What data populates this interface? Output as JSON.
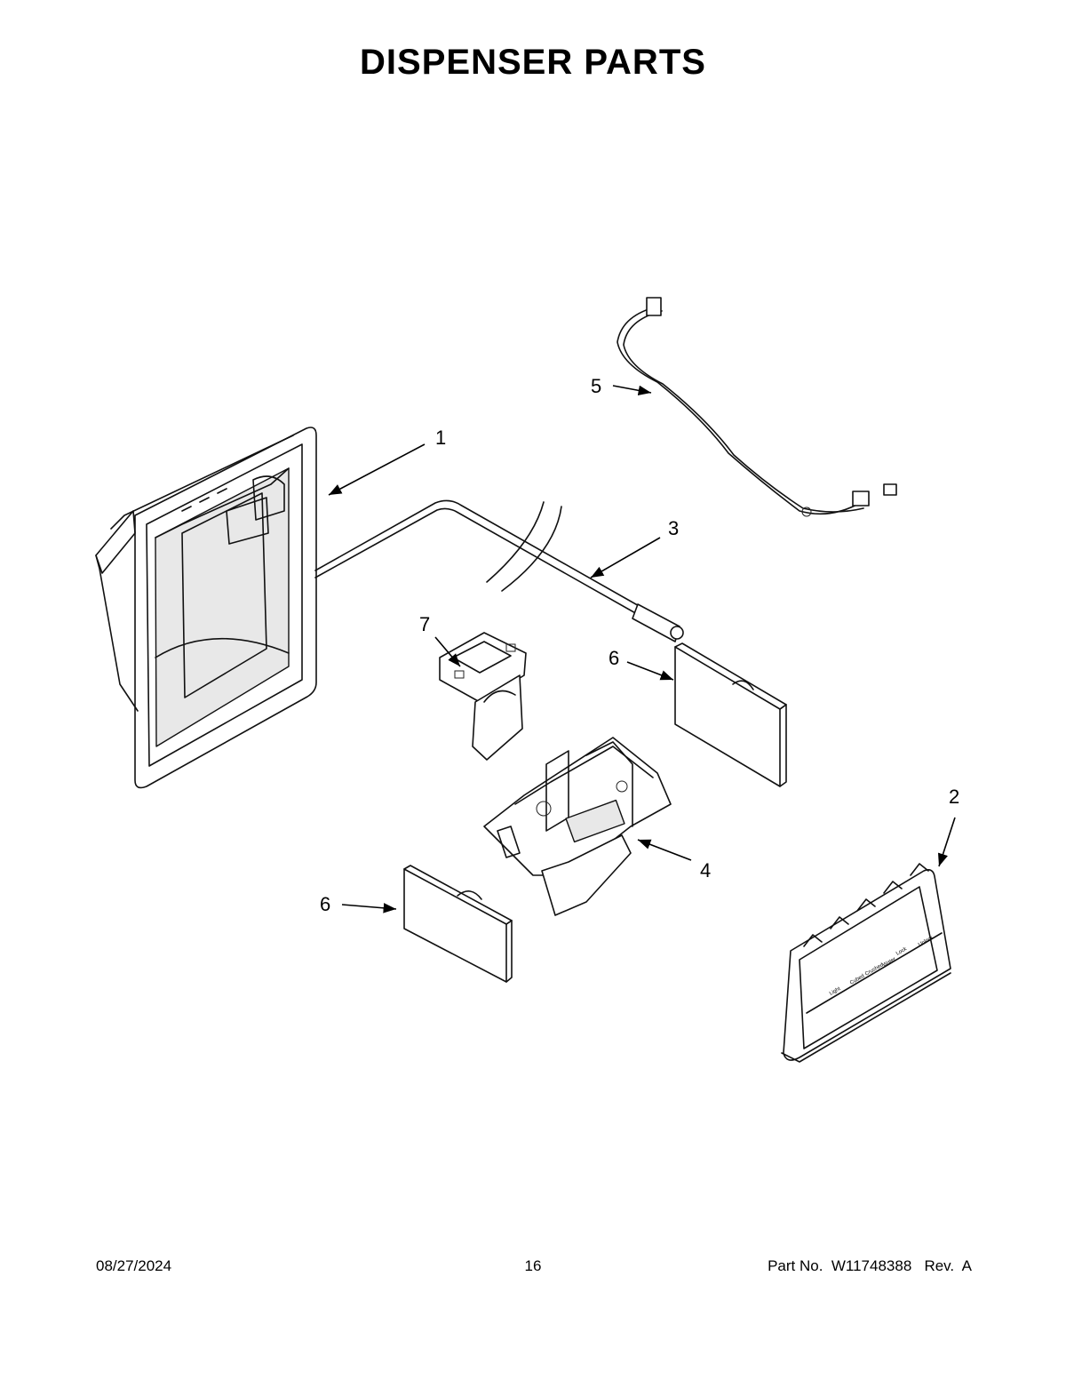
{
  "page": {
    "title": "DISPENSER PARTS"
  },
  "callouts": [
    "1",
    "2",
    "3",
    "4",
    "5",
    "6",
    "6",
    "7"
  ],
  "footer": {
    "date": "08/27/2024",
    "page_number": "16",
    "part_info": "Part No.  W11748388   Rev.  A"
  },
  "panel_labels": [
    "Lock",
    "Light",
    "Cubed",
    "Crushed",
    "Water",
    "Unlock"
  ]
}
